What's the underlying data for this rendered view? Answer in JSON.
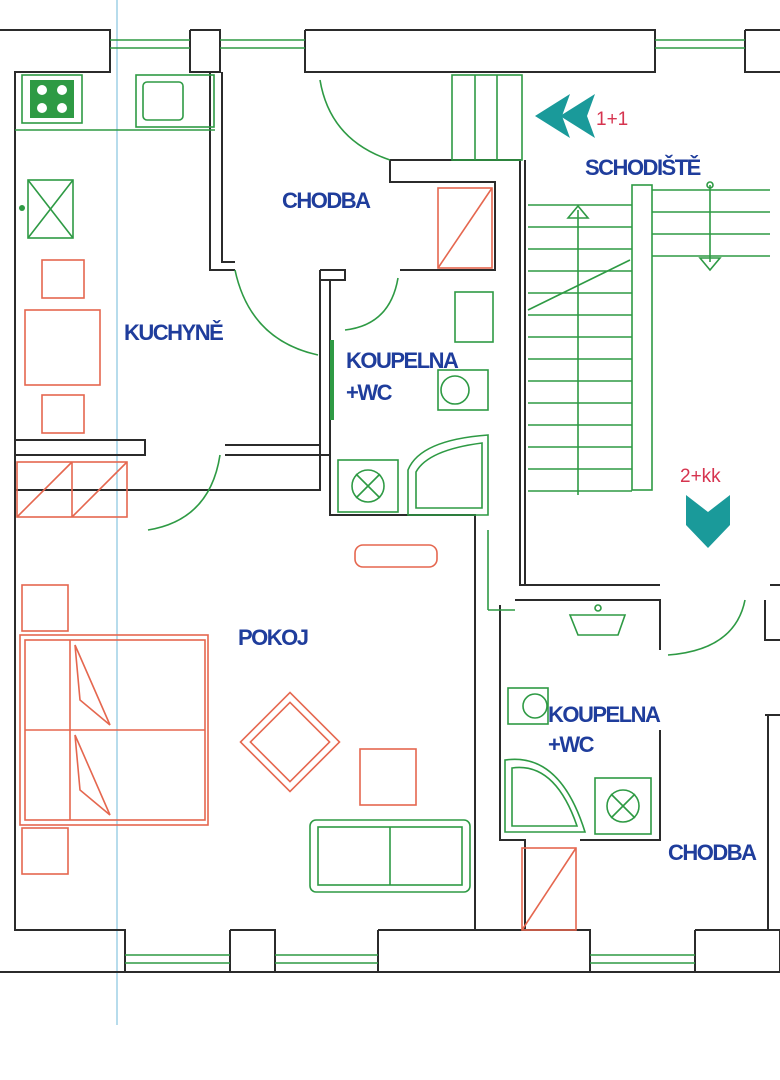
{
  "title": "Floor plan",
  "rooms": {
    "chodba_top": "CHODBA",
    "kuchyne": "KUCHYNĚ",
    "koupelna1_l1": "KOUPELNA",
    "koupelna1_l2": "+WC",
    "pokoj": "POKOJ",
    "schodiste": "SCHODIŠTĚ",
    "koupelna2_l1": "KOUPELNA",
    "koupelna2_l2": "+WC",
    "chodba_bottom": "CHODBA"
  },
  "units": {
    "unit_a": "1+1",
    "unit_b": "2+kk"
  },
  "colors": {
    "walls": "#2b2b2b",
    "fixtures": "#2e9a44",
    "furniture": "#e5674f",
    "labels": "#1f3d9c",
    "arrows": "#1a9a9a",
    "unit_text": "#d6344f"
  }
}
